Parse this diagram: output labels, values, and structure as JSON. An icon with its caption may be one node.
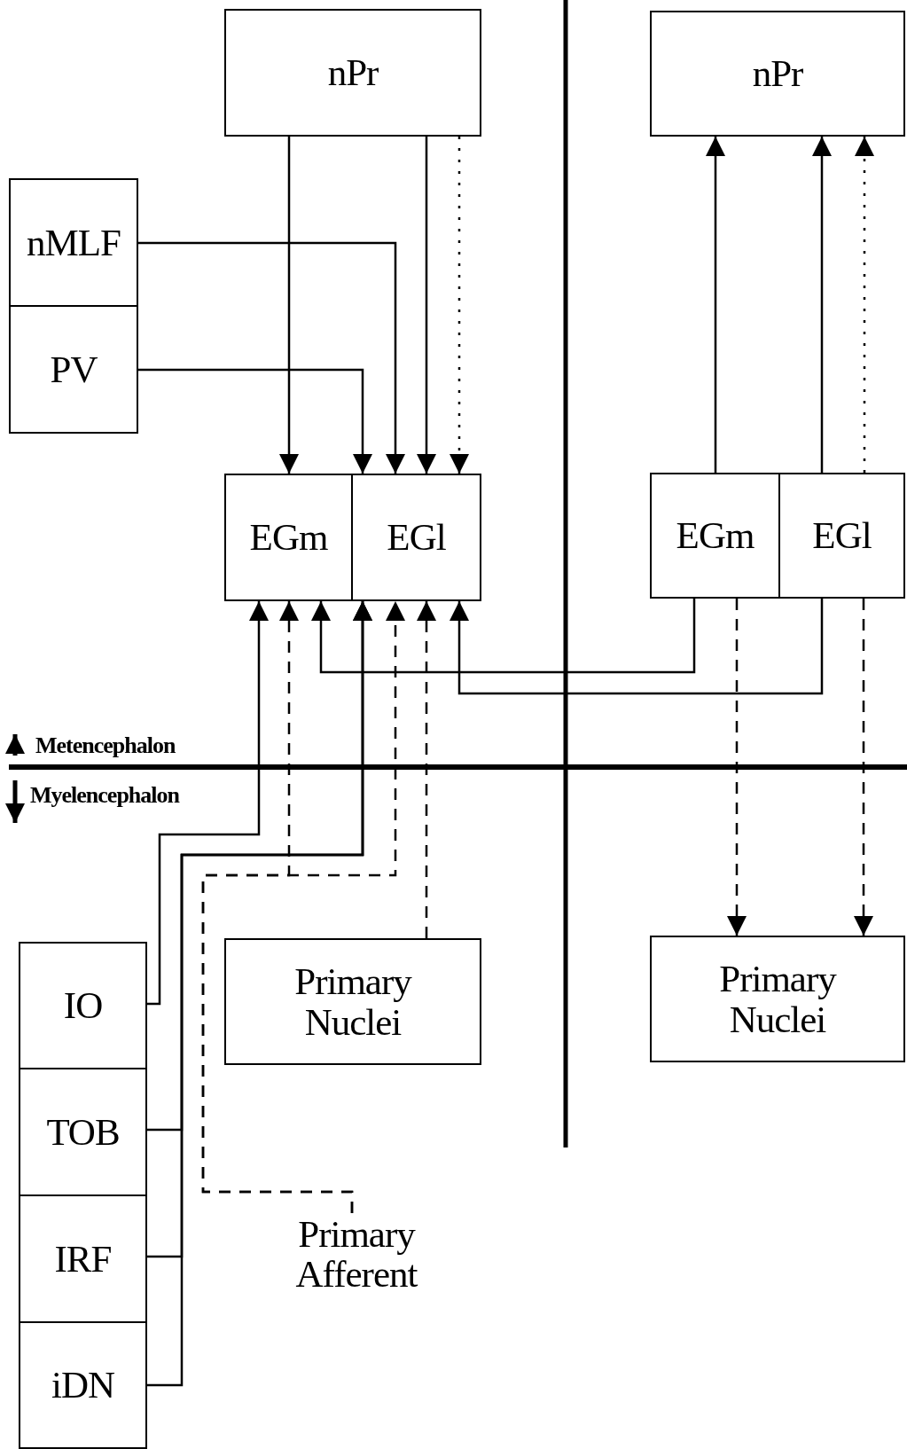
{
  "diagram": {
    "nodes": [
      {
        "text": [
          "nPr"
        ]
      },
      {
        "text": [
          "nPr"
        ]
      },
      {
        "text": [
          "nMLF"
        ]
      },
      {
        "text": [
          "PV"
        ]
      },
      {
        "text": [
          "EGm"
        ]
      },
      {
        "text": [
          "EGl"
        ]
      },
      {
        "text": [
          "EGm"
        ]
      },
      {
        "text": [
          "EGl"
        ]
      },
      {
        "text": [
          "IO"
        ]
      },
      {
        "text": [
          "TOB"
        ]
      },
      {
        "text": [
          "IRF"
        ]
      },
      {
        "text": [
          "iDN"
        ]
      },
      {
        "text": [
          "Primary Nuclei"
        ]
      },
      {
        "text": [
          "Primary Nuclei"
        ]
      },
      {
        "text": [
          "Primary Afferent"
        ]
      }
    ],
    "edges": [
      {
        "from": 0,
        "to": 4,
        "arrow": "to"
      },
      {
        "from": 0,
        "to": 5,
        "arrow": "to"
      },
      {
        "from": 0,
        "to": 5,
        "arrow": "to",
        "style": "dashed"
      },
      {
        "from": 2,
        "to": 5,
        "arrow": "to"
      },
      {
        "from": 3,
        "to": 5,
        "arrow": "to"
      },
      {
        "from": 8,
        "to": 4,
        "arrow": "to"
      },
      {
        "from": 14,
        "to": 4,
        "arrow": "to",
        "style": "dashed"
      },
      {
        "from": 6,
        "to": 4,
        "arrow": "to"
      },
      {
        "from": 9,
        "to": 5,
        "arrow": "to"
      },
      {
        "from": 10,
        "to": 5,
        "arrow": "to"
      },
      {
        "from": 11,
        "to": 5,
        "arrow": "to"
      },
      {
        "from": 14,
        "to": 5,
        "arrow": "to",
        "style": "dashed"
      },
      {
        "from": 12,
        "to": 5,
        "arrow": "to",
        "style": "dashed"
      },
      {
        "from": 7,
        "to": 5,
        "arrow": "to"
      },
      {
        "from": 6,
        "to": 1,
        "arrow": "to"
      },
      {
        "from": 7,
        "to": 1,
        "arrow": "to"
      },
      {
        "from": 7,
        "to": 1,
        "arrow": "to",
        "style": "dashed"
      },
      {
        "from": 6,
        "to": 13,
        "arrow": "to",
        "style": "dashed"
      },
      {
        "from": 7,
        "to": 13,
        "arrow": "to",
        "style": "dashed"
      }
    ],
    "labels": [
      "Metencephalon",
      "Myelencephalon"
    ]
  }
}
